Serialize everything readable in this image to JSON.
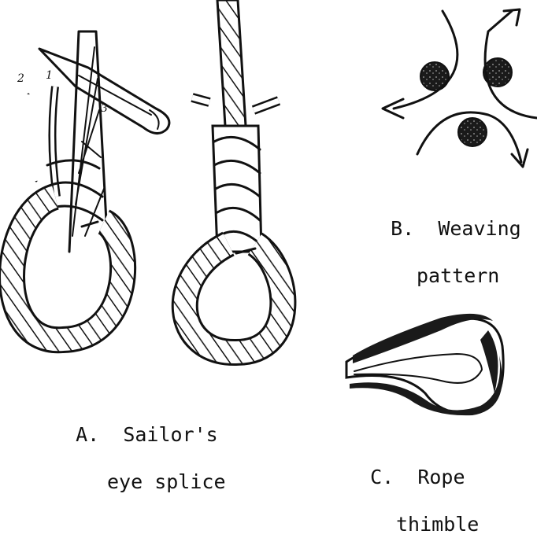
{
  "figure_a": {
    "letter": "A.",
    "line1": "Sailor's",
    "line2": "eye splice",
    "strand_labels": [
      "2",
      "1",
      "3"
    ]
  },
  "figure_b": {
    "letter": "B.",
    "line1": "Weaving",
    "line2": "pattern"
  },
  "figure_c": {
    "letter": "C.",
    "line1": "Rope",
    "line2": "thimble"
  },
  "colors": {
    "ink": "#111111",
    "paper": "#ffffff"
  }
}
